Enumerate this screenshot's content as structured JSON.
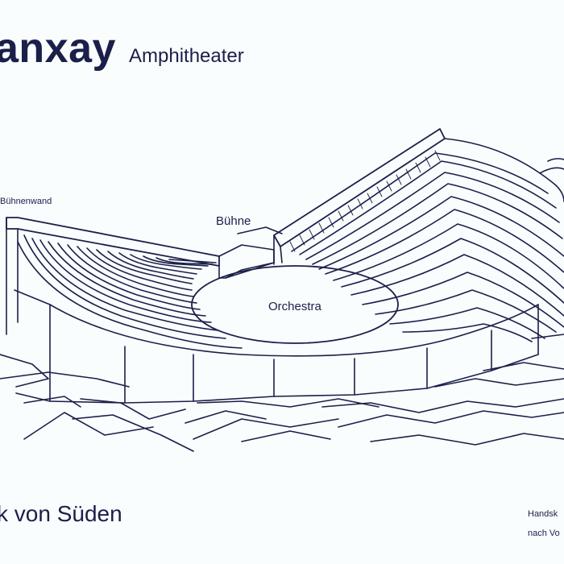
{
  "header": {
    "title": "anxay",
    "subtitle": "Amphitheater"
  },
  "labels": {
    "stage_wall": "Bühnenwand",
    "stage": "Bühne",
    "orchestra": "Orchestra"
  },
  "footer": {
    "view": "k von Süden",
    "note_line1": "Handsk",
    "note_line2": "nach Vo"
  },
  "colors": {
    "ink": "#1b1f4a",
    "paper": "#f9fdfd"
  }
}
